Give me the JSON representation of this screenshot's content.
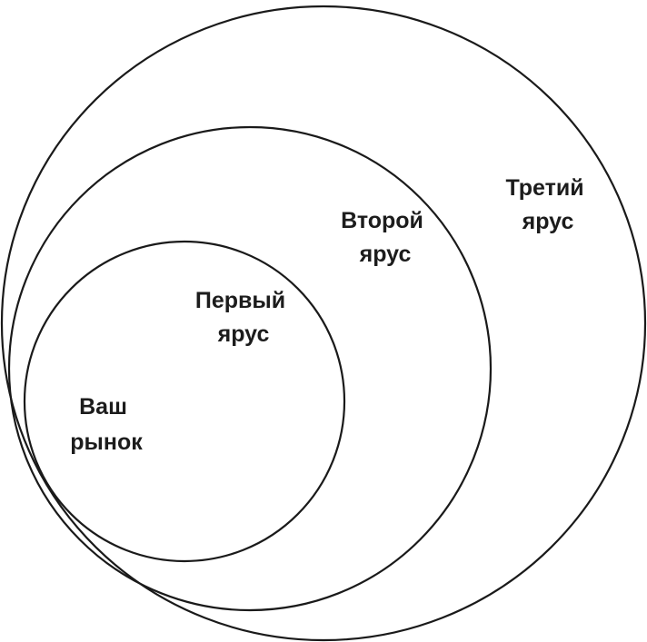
{
  "diagram": {
    "tiers": [
      {
        "line1": "Ваш",
        "line2": "рынок"
      },
      {
        "line1": "Первый",
        "line2": "ярус"
      },
      {
        "line1": "Второй",
        "line2": "ярус"
      },
      {
        "line1": "Третий",
        "line2": "ярус"
      }
    ]
  }
}
